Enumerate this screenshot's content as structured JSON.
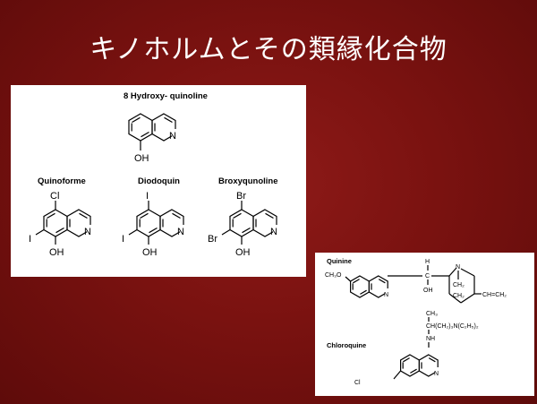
{
  "slide": {
    "title": "キノホルムとその類縁化合物"
  },
  "panel1": {
    "top_label": "8 Hydroxy- quinoline",
    "top_atoms": {
      "n": "N",
      "oh": "OH"
    },
    "compounds": [
      {
        "name": "Quinoforme",
        "sub5": "Cl",
        "sub7": "I",
        "n": "N",
        "oh": "OH"
      },
      {
        "name": "Diodoquin",
        "sub5": "I",
        "sub7": "I",
        "n": "N",
        "oh": "OH"
      },
      {
        "name": "Broxyqunoline",
        "sub5": "Br",
        "sub7": "Br",
        "n": "N",
        "oh": "OH"
      }
    ]
  },
  "panel2": {
    "quinine": {
      "name": "Quinine",
      "methoxy": "CH₃O",
      "n": "N",
      "h": "H",
      "c": "C",
      "oh": "OH",
      "bridge_n": "N",
      "ch2a": "CH₂",
      "ch2b": "CH₂",
      "vinyl": "CH=CH₂"
    },
    "chloroquine": {
      "name": "Chloroquine",
      "ch3": "CH₃",
      "chain": "CH(CH₂)₃N(C₂H₅)₂",
      "nh": "NH",
      "cl": "Cl",
      "n": "N"
    }
  }
}
